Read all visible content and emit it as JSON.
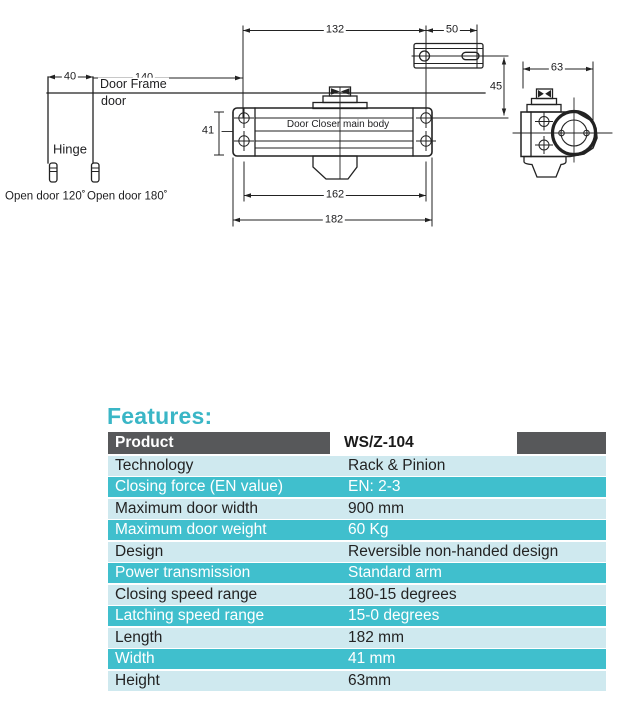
{
  "colors": {
    "accent_teal": "#3ab6c6",
    "row_teal": "#40bfcd",
    "row_light": "#cfe9ef",
    "header_gray": "#57585a",
    "line_color": "#1d1d1f"
  },
  "diagram": {
    "dimensions": {
      "top_span": "132",
      "bracket_span": "50",
      "hinge_offset": "40",
      "frame_span": "140",
      "body_height": "41",
      "hole_spacing": "162",
      "body_length": "182",
      "bracket_drop": "45",
      "side_width": "63"
    },
    "labels": {
      "door_frame": "Door Frame",
      "door": "door",
      "hinge": "Hinge",
      "open_120": "Open door 120˚",
      "open_180": "Open door 180˚",
      "main_body": "Door Closer main body"
    }
  },
  "features": {
    "heading": "Features:",
    "table": {
      "product_label": "Product",
      "product_value": "WS/Z-104",
      "rows": [
        {
          "label": "Technology",
          "value": "Rack & Pinion"
        },
        {
          "label": "Closing force (EN value)",
          "value": "EN: 2-3"
        },
        {
          "label": "Maximum door width",
          "value": "900 mm"
        },
        {
          "label": "Maximum door weight",
          "value": "60 Kg"
        },
        {
          "label": "Design",
          "value": "Reversible non-handed design"
        },
        {
          "label": "Power transmission",
          "value": "Standard arm"
        },
        {
          "label": "Closing speed range",
          "value": "180-15 degrees"
        },
        {
          "label": "Latching speed range",
          "value": "15-0 degrees"
        },
        {
          "label": "Length",
          "value": "182 mm"
        },
        {
          "label": "Width",
          "value": "41 mm"
        },
        {
          "label": "Height",
          "value": "63mm"
        }
      ]
    }
  }
}
